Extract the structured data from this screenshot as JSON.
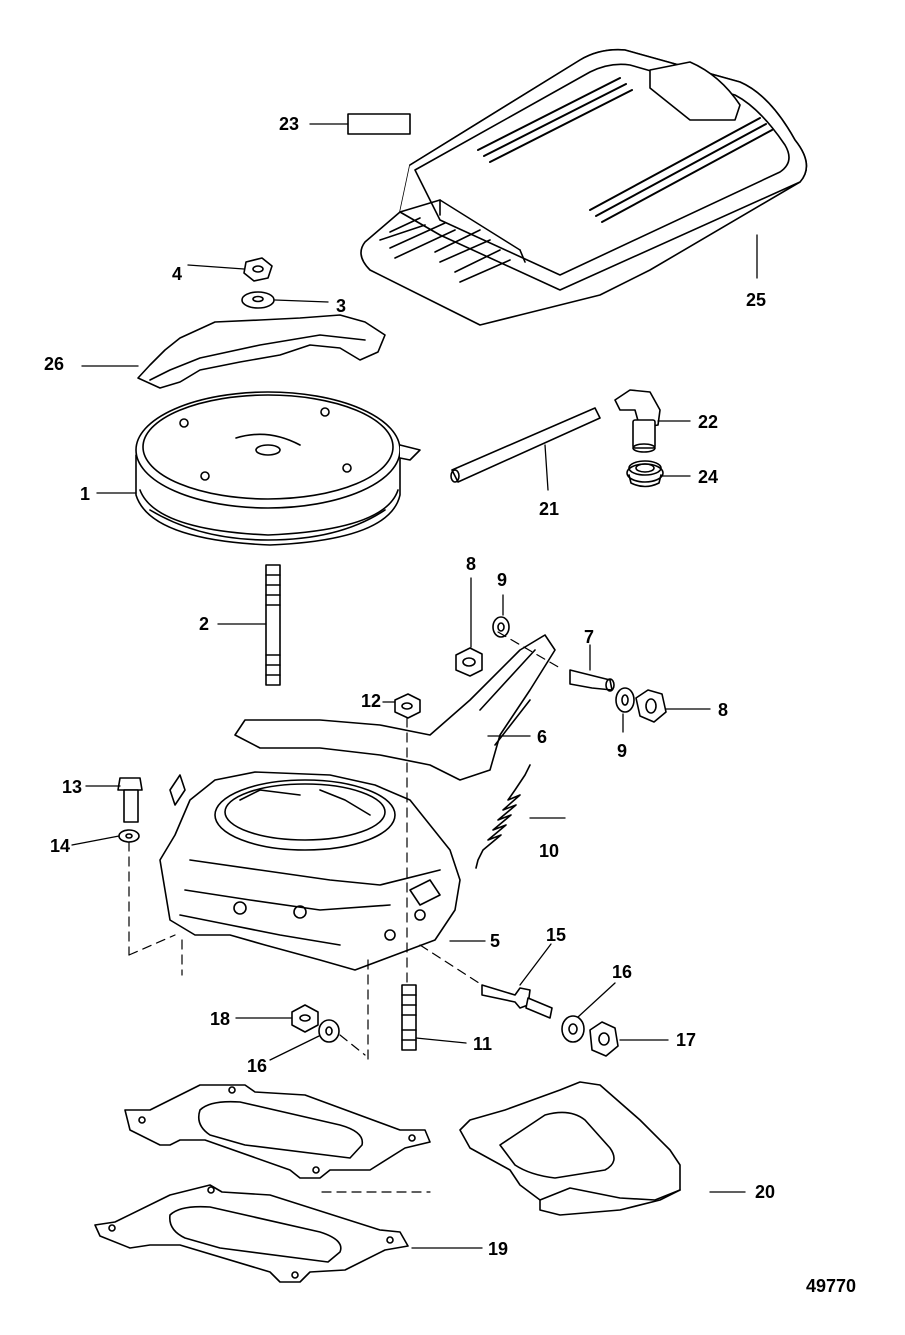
{
  "figure_number": "49770",
  "callouts": [
    {
      "id": "c23",
      "text": "23"
    },
    {
      "id": "c25",
      "text": "25"
    },
    {
      "id": "c4",
      "text": "4"
    },
    {
      "id": "c3",
      "text": "3"
    },
    {
      "id": "c26",
      "text": "26"
    },
    {
      "id": "c22",
      "text": "22"
    },
    {
      "id": "c24",
      "text": "24"
    },
    {
      "id": "c1",
      "text": "1"
    },
    {
      "id": "c21",
      "text": "21"
    },
    {
      "id": "c8a",
      "text": "8"
    },
    {
      "id": "c9a",
      "text": "9"
    },
    {
      "id": "c7",
      "text": "7"
    },
    {
      "id": "c2",
      "text": "2"
    },
    {
      "id": "c8b",
      "text": "8"
    },
    {
      "id": "c12",
      "text": "12"
    },
    {
      "id": "c6",
      "text": "6"
    },
    {
      "id": "c9b",
      "text": "9"
    },
    {
      "id": "c13",
      "text": "13"
    },
    {
      "id": "c10",
      "text": "10"
    },
    {
      "id": "c14",
      "text": "14"
    },
    {
      "id": "c5",
      "text": "5"
    },
    {
      "id": "c15",
      "text": "15"
    },
    {
      "id": "c16a",
      "text": "16"
    },
    {
      "id": "c18",
      "text": "18"
    },
    {
      "id": "c17",
      "text": "17"
    },
    {
      "id": "c11",
      "text": "11"
    },
    {
      "id": "c16b",
      "text": "16"
    },
    {
      "id": "c20",
      "text": "20"
    },
    {
      "id": "c19",
      "text": "19"
    }
  ]
}
